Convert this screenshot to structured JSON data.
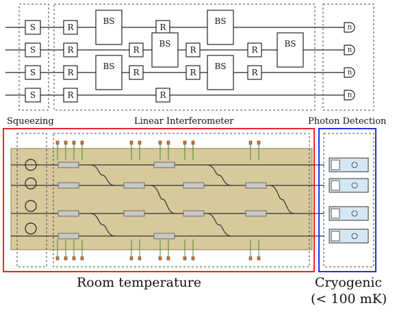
{
  "circuit": {
    "squeezer_label": "S",
    "rotation_label": "R",
    "beamsplitter_label": "BS",
    "detector_label": "n"
  },
  "sections": {
    "squeezing": "Squeezing",
    "interferometer": "Linear Interferometer",
    "detection": "Photon Detection"
  },
  "captions": {
    "room": "Room temperature",
    "cryo_line1": "Cryogenic",
    "cryo_line2": "(< 100 mK)"
  },
  "colors": {
    "chip": "#d6c99b",
    "room_box": "#e8262b",
    "cryo_box": "#2630d8",
    "detector_fill": "#d5e7f2",
    "pad": "#c97a3e",
    "heater": "#c8c8c8",
    "electrode": "#4a8a2a"
  }
}
